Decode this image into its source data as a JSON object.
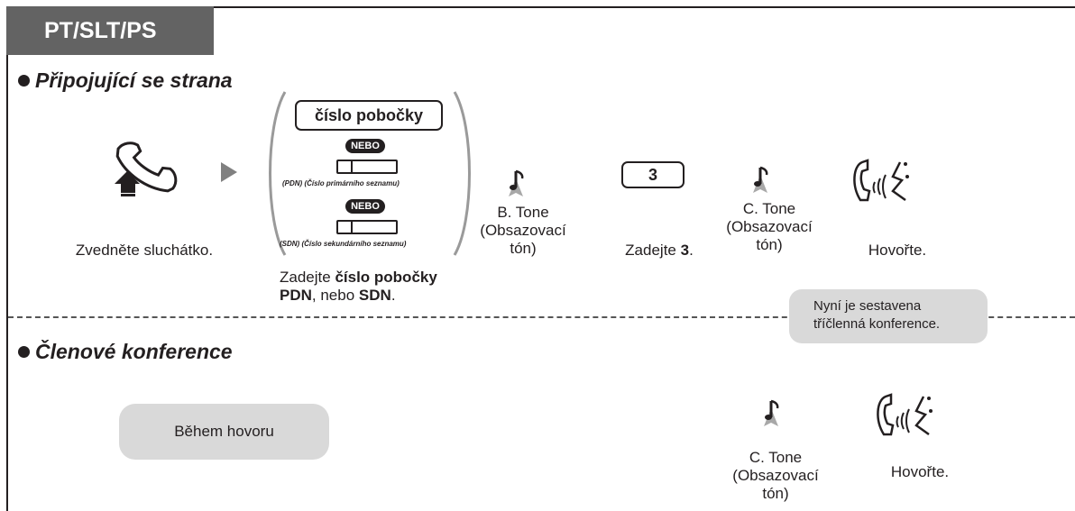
{
  "tab_title": "PT/SLT/PS",
  "section1": {
    "title": "Připojující se strana"
  },
  "section2": {
    "title": "Členové konference"
  },
  "step_offhook": {
    "label": "Zvedněte sluchátko.",
    "icon": "handset-off-hook-icon"
  },
  "step_arrow": {
    "icon": "play-arrow-icon"
  },
  "step_dial": {
    "key_label": "číslo pobočky",
    "or_badge": "NEBO",
    "pdn_caption": "(PDN) (Číslo primárního seznamu)",
    "sdn_caption": "(SDN) (Číslo sekundárního seznamu)",
    "label_prefix": "Zadejte",
    "label_bold1": "číslo pobočky",
    "label_bold2": "PDN",
    "label_mid": ", nebo",
    "label_bold3": "SDN",
    "label_end": "."
  },
  "step_btone": {
    "line1": "B. Tone",
    "line2": "(Obsazovací",
    "line3": "tón)",
    "icon": "tone-note-icon"
  },
  "step_dial3": {
    "key": "3",
    "label_prefix": "Zadejte",
    "label_bold": "3",
    "label_end": "."
  },
  "step_ctone": {
    "line1": "C. Tone",
    "line2": "(Obsazovací",
    "line3": "tón)",
    "icon": "tone-note-icon"
  },
  "step_talk": {
    "label": "Hovořte.",
    "icon": "talking-handset-icon"
  },
  "note": {
    "line1": "Nyní je sestavena",
    "line2": "tříčlenná konference."
  },
  "members": {
    "during_call": "Během hovoru",
    "ctone": {
      "line1": "C. Tone",
      "line2": "(Obsazovací",
      "line3": "tón)"
    },
    "talk_label": "Hovořte."
  },
  "colors": {
    "tab_bg": "#636363",
    "pill_bg": "#d9d9d9",
    "ink": "#231f20"
  }
}
